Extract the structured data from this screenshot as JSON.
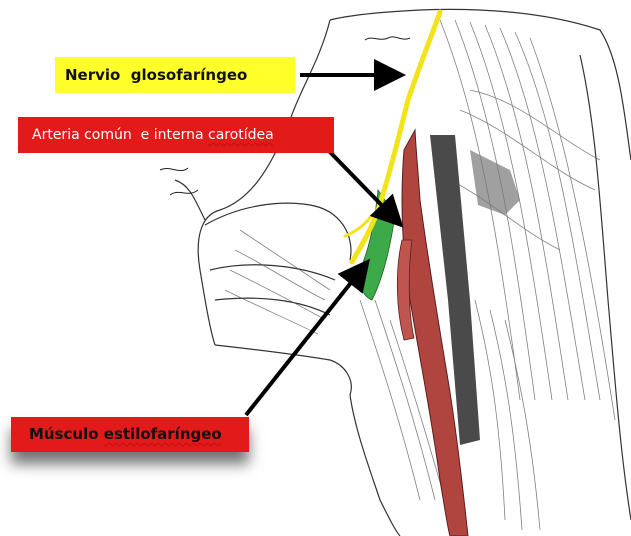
{
  "labels": {
    "nerve": "Nervio  glosofaríngeo",
    "artery_prefix": "Arteria común  e interna ",
    "artery_word": "carotídea",
    "muscle_prefix": "Músculo ",
    "muscle_word": "estilofaríngeo"
  },
  "colors": {
    "nerve_label_bg": "#ffff2a",
    "artery_label_bg": "#e21a1a",
    "muscle_label_bg": "#e21a1a",
    "artery": "#b0443f",
    "nerve": "#f2e31a",
    "muscle": "#3daa4a",
    "arrow": "#000000"
  }
}
